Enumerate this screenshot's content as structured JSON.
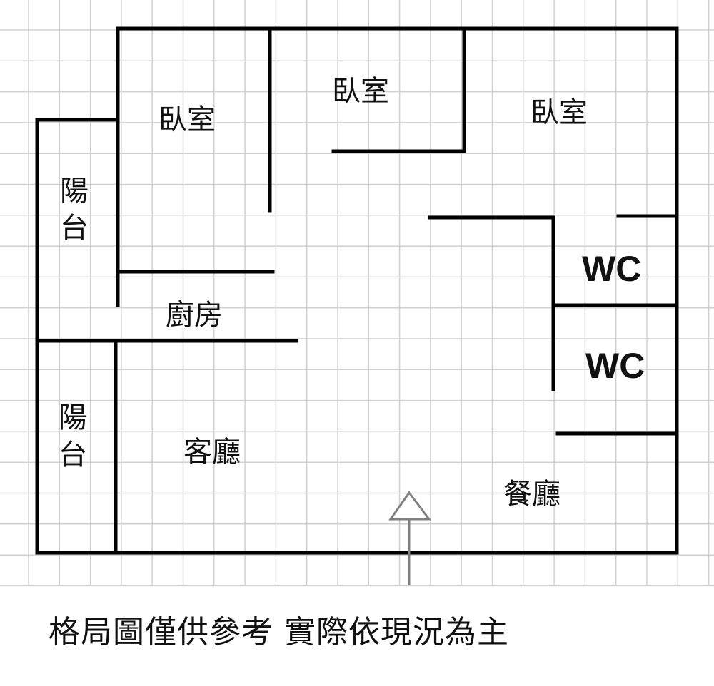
{
  "rooms": {
    "bedroom_left": "臥室",
    "bedroom_middle": "臥室",
    "bedroom_right": "臥室",
    "balcony_top_1": "陽",
    "balcony_top_2": "台",
    "balcony_bottom_1": "陽",
    "balcony_bottom_2": "台",
    "kitchen": "廚房",
    "living_room": "客廳",
    "dining_room": "餐廳",
    "wc_top": "WC",
    "wc_bottom": "WC"
  },
  "note": "格局圖僅供參考  實際依現況為主",
  "colors": {
    "wall": "#000000",
    "grid": "#d0d0d0",
    "arrow": "#808080"
  }
}
